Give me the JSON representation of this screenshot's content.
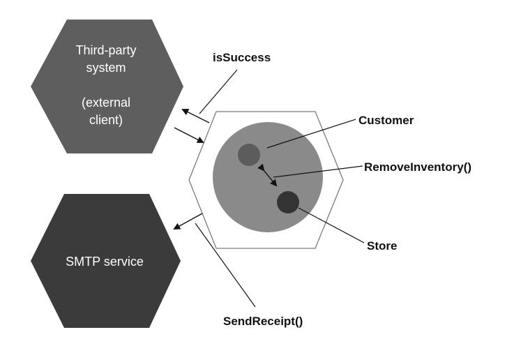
{
  "third_party": {
    "line1": "Third-party",
    "line2": "system",
    "line3": "(external",
    "line4": "client)"
  },
  "smtp": {
    "label": "SMTP service"
  },
  "labels": {
    "is_success": "isSuccess",
    "customer": "Customer",
    "remove_inventory": "RemoveInventory()",
    "store": "Store",
    "send_receipt": "SendReceipt()"
  },
  "colors": {
    "third_party_fill": "#5e5e5e",
    "smtp_fill": "#3b3b3b",
    "core_circle": "#8a8a8a",
    "customer_dot": "#5c5c5c",
    "store_dot": "#333333",
    "outline": "#7a7a7a"
  }
}
